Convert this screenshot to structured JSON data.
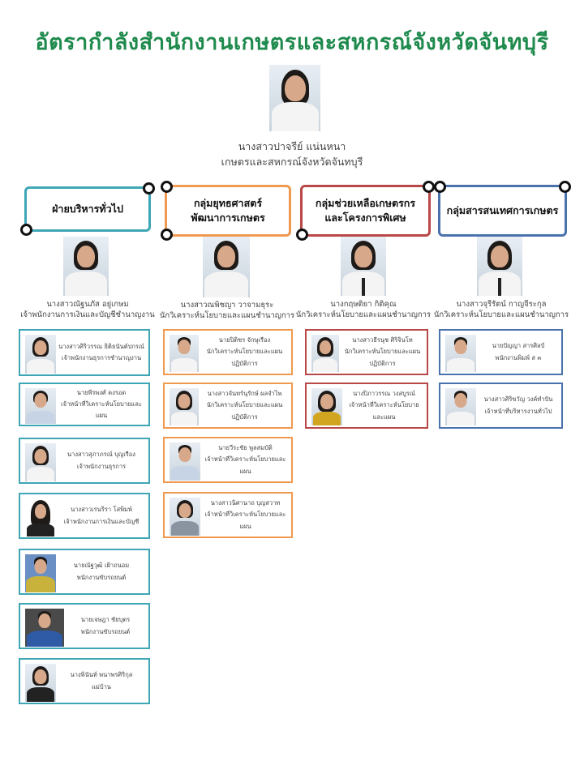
{
  "title": "อัตรากำลังสำนักงานเกษตรและสหกรณ์จังหวัดจันทบุรี",
  "director": {
    "name": "นางสาวปาจรีย์  แน่นหนา",
    "position": "เกษตรและสหกรณ์จังหวัดจันทบุรี"
  },
  "groups": [
    {
      "label": "ฝ่ายบริหารทั่วไป",
      "color": "#3fa6b5",
      "head": {
        "name": "นางสาวณัฐนภัส  อยู่เกษม",
        "position": "เจ้าพนักงานการเงินและบัญชีชำนาญงาน"
      },
      "staff": [
        {
          "name": "นางสาวศิริวรรณ  ธิติธนันต์ปกรณ์",
          "position": "เจ้าพนักงานธุรการชำนาญงาน"
        },
        {
          "name": "นายพีรพงศ์  คงรอด",
          "position": "เจ้าหน้าที่วิเคราะห์นโยบายและแผน"
        },
        {
          "name": "นางสาวสุภาภรณ์  บุญเรือง",
          "position": "เจ้าพนักงานธุรการ"
        },
        {
          "name": "นางสาวเรนริรา  โสพิมพ์",
          "position": "เจ้าพนักงานการเงินและบัญชี"
        },
        {
          "name": "นายณัฐวุฒิ  เฝ้าถนอม",
          "position": "พนักงานขับรถยนต์"
        },
        {
          "name": "นายเจษฎา  ชัยบุตร",
          "position": "พนักงานขับรถยนต์"
        },
        {
          "name": "นางพินันท์  พนาพรศิริกุล",
          "position": "แม่บ้าน"
        }
      ]
    },
    {
      "label": "กลุ่มยุทธศาสตร์\nพัฒนาการเกษตร",
      "color": "#ef9a50",
      "head": {
        "name": "นางสาวณพิชญา  วาจามธุระ",
        "position": "นักวิเคราะห์นโยบายและแผนชำนาญการ"
      },
      "staff": [
        {
          "name": "นายปิติชร  จักษุเรือง",
          "position": "นักวิเคราะห์นโยบายและแผนปฏิบัติการ"
        },
        {
          "name": "นางสาวจันทร์นุรักษ์  ผลจำไพ",
          "position": "นักวิเคราะห์นโยบายและแผนปฏิบัติการ"
        },
        {
          "name": "นายวีระชัย  พูลสมบัติ",
          "position": "เจ้าหน้าที่วิเคราะห์นโยบายและแผน"
        },
        {
          "name": "นางสาวนิศานาถ  บุญสวาท",
          "position": "เจ้าหน้าที่วิเคราะห์นโยบายและแผน"
        }
      ]
    },
    {
      "label": "กลุ่มช่วยเหลือเกษตรกร\nและโครงการพิเศษ",
      "color": "#b94848",
      "head": {
        "name": "นางกฤษติยา  กิติคุณ",
        "position": "นักวิเคราะห์นโยบายและแผนชำนาญการ"
      },
      "staff": [
        {
          "name": "นางสาวธีรนุช  ศิริจินโท",
          "position": "นักวิเคราะห์นโยบายและแผนปฏิบัติการ"
        },
        {
          "name": "นางปิภาวรรณ  วงสบูรณ์",
          "position": "เจ้าหน้าที่วิเคราะห์นโยบายและแผน"
        }
      ]
    },
    {
      "label": "กลุ่มสารสนเทศการเกษตร",
      "color": "#4a72ad",
      "head": {
        "name": "นางสาวจุรีรัตน์  กาญจีระกุล",
        "position": "นักวิเคราะห์นโยบายและแผนชำนาญการ"
      },
      "staff": [
        {
          "name": "นายปัญญา  สารศิลป์",
          "position": "พนักงานพิมพ์ ส ๓"
        },
        {
          "name": "นางสาวศิริขวัญ  วงค์ทำปัน",
          "position": "เจ้าหน้าที่บริหารงานทั่วไป"
        }
      ]
    }
  ]
}
